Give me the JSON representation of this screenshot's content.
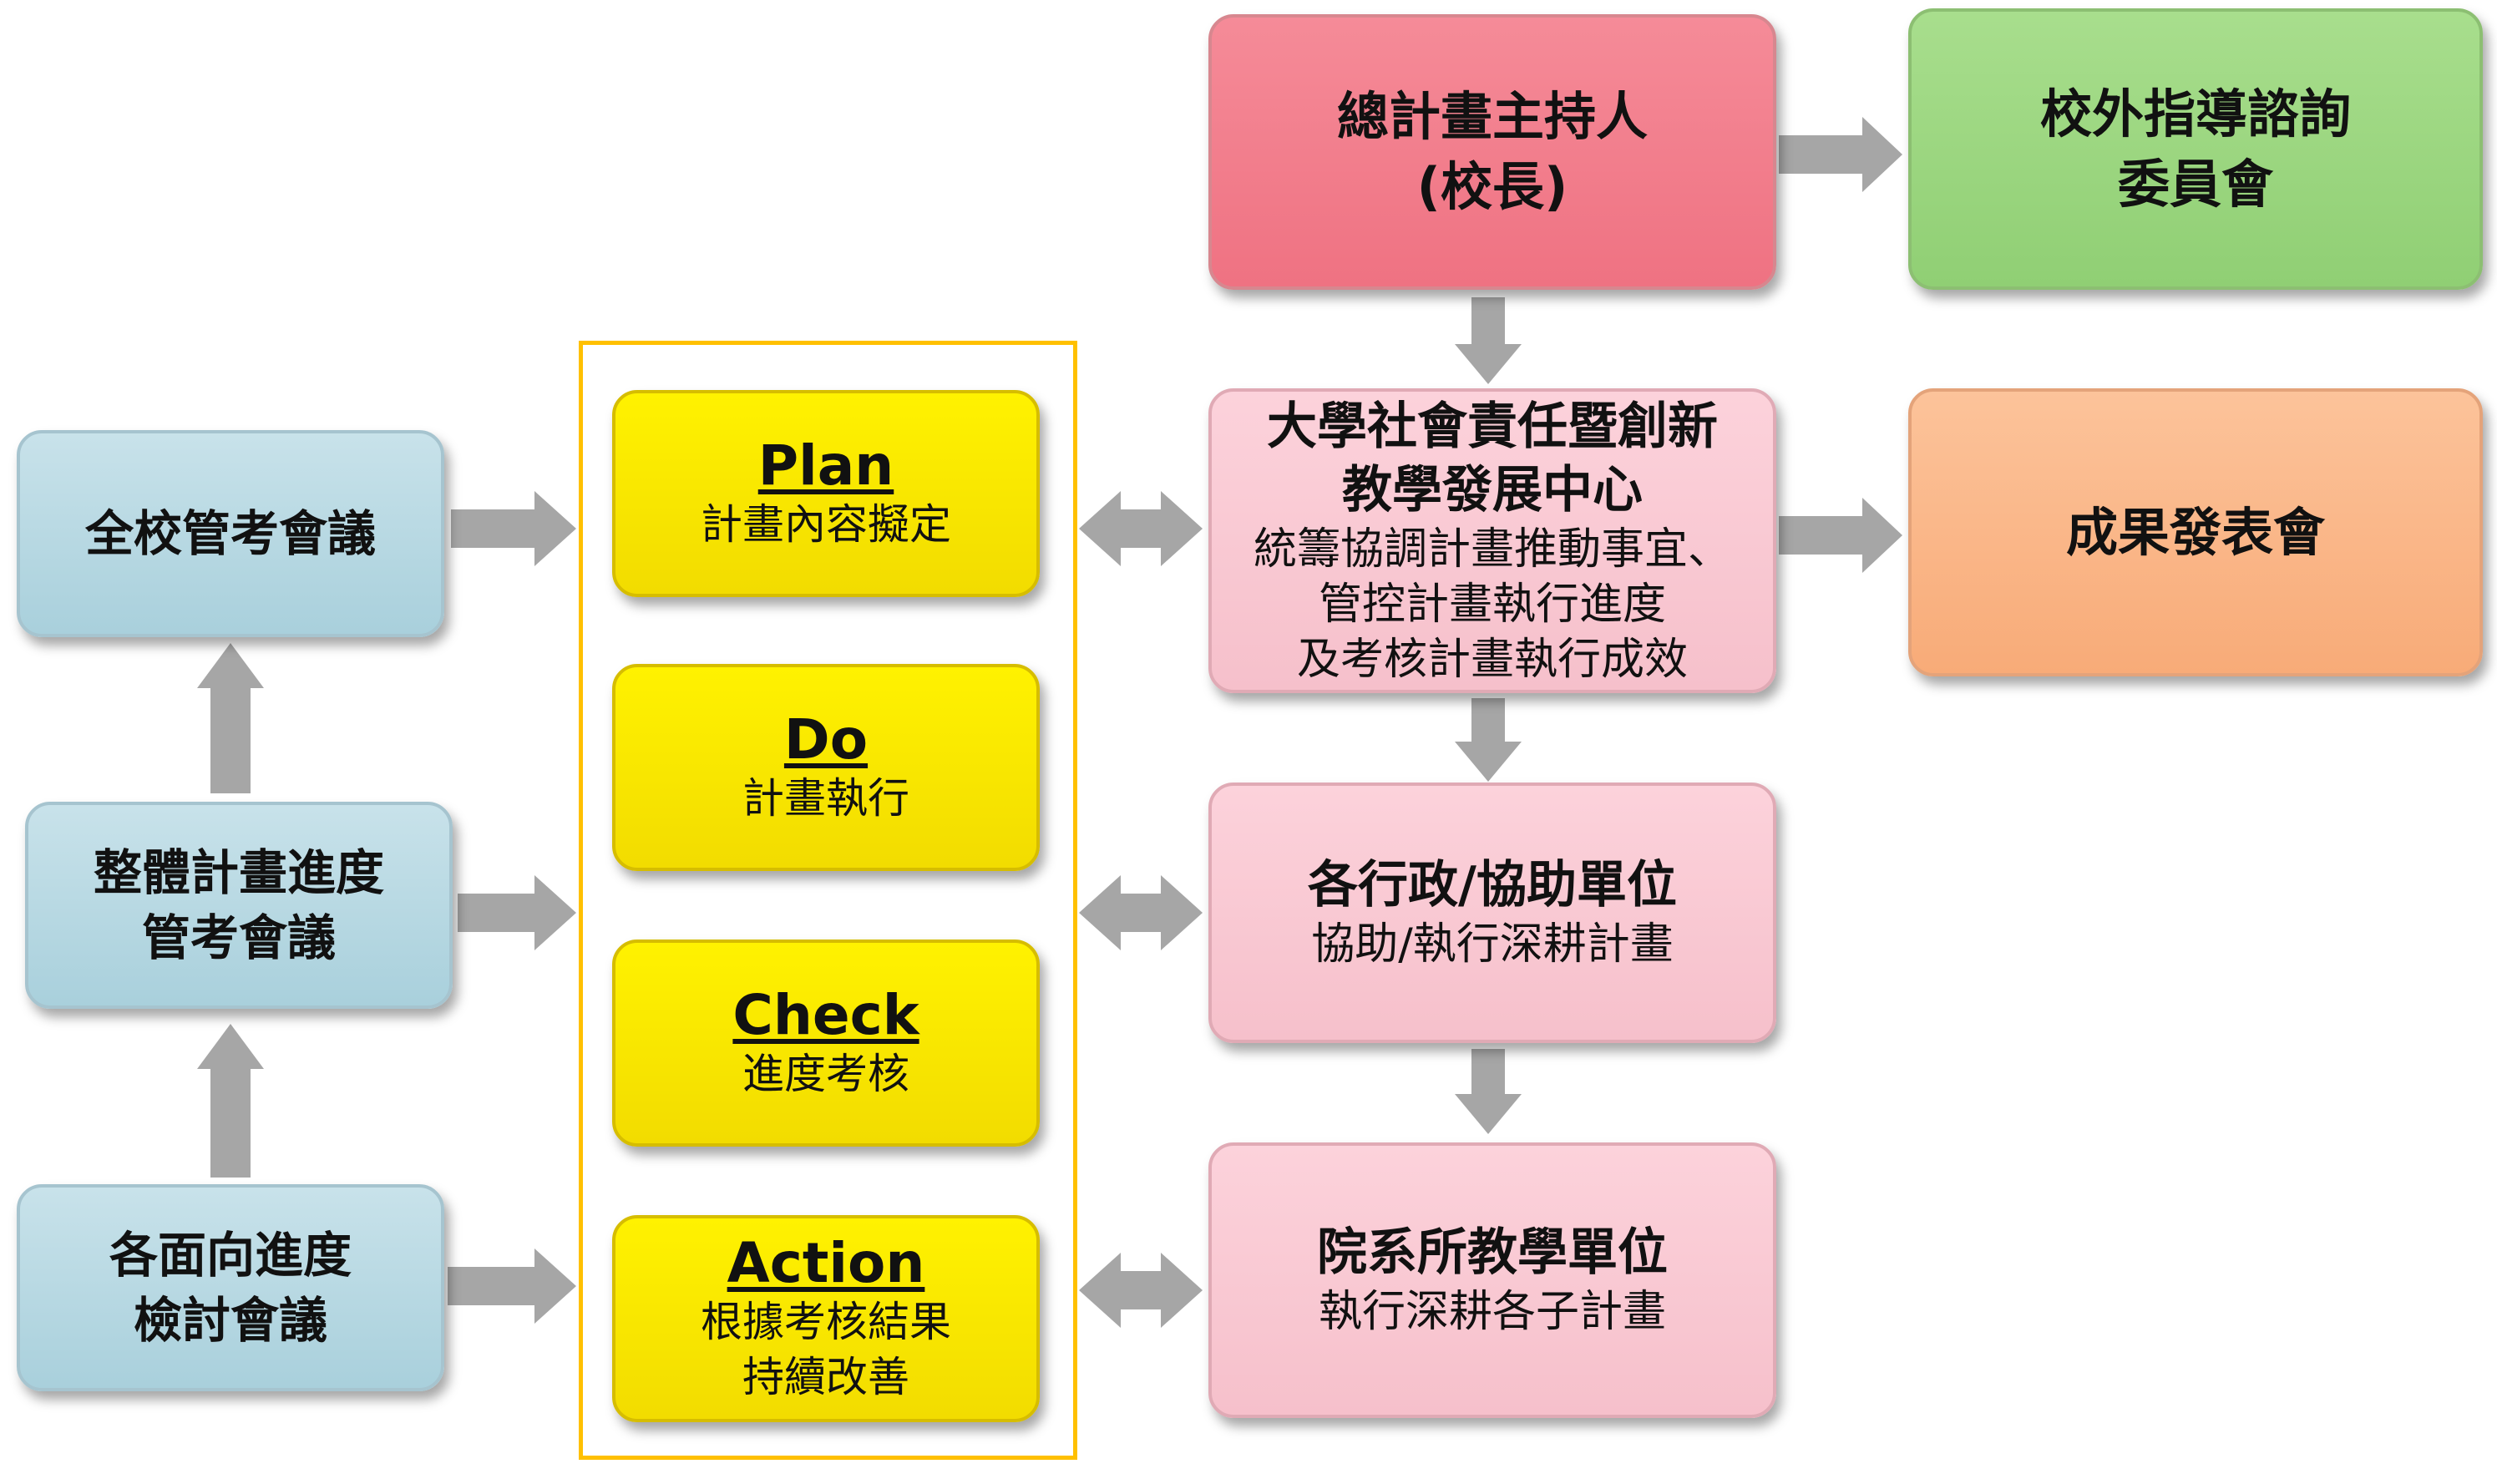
{
  "colors": {
    "blue": "#a9d0dc",
    "yellow": "#ffef00",
    "red": "#f27a89",
    "pink": "#fac8d2",
    "green": "#9ad67e",
    "orange": "#fab586",
    "frame": "#ffc000",
    "arrow": "#a6a6a6"
  },
  "left": {
    "top": "全校管考會議",
    "middle": [
      "整體計畫進度",
      "管考會議"
    ],
    "bottom": [
      "各面向進度",
      "檢討會議"
    ]
  },
  "pdca": {
    "plan": {
      "title": "Plan",
      "desc": "計畫內容擬定"
    },
    "do": {
      "title": "Do",
      "desc": "計畫執行"
    },
    "check": {
      "title": "Check",
      "desc": "進度考核"
    },
    "action": {
      "title": "Action",
      "desc": [
        "根據考核結果",
        "持續改善"
      ]
    }
  },
  "right": {
    "host": [
      "總計畫主持人",
      "(校長)"
    ],
    "advisory": [
      "校外指導諮詢",
      "委員會"
    ],
    "center": {
      "title": [
        "大學社會責任暨創新",
        "教學發展中心"
      ],
      "desc": [
        "統籌協調計畫推動事宜、",
        "管控計畫執行進度",
        "及考核計畫執行成效"
      ]
    },
    "results": "成果發表會",
    "admin": {
      "title": "各行政/協助單位",
      "desc": "協助/執行深耕計畫"
    },
    "academic": {
      "title": "院系所教學單位",
      "desc": "執行深耕各子計畫"
    }
  }
}
